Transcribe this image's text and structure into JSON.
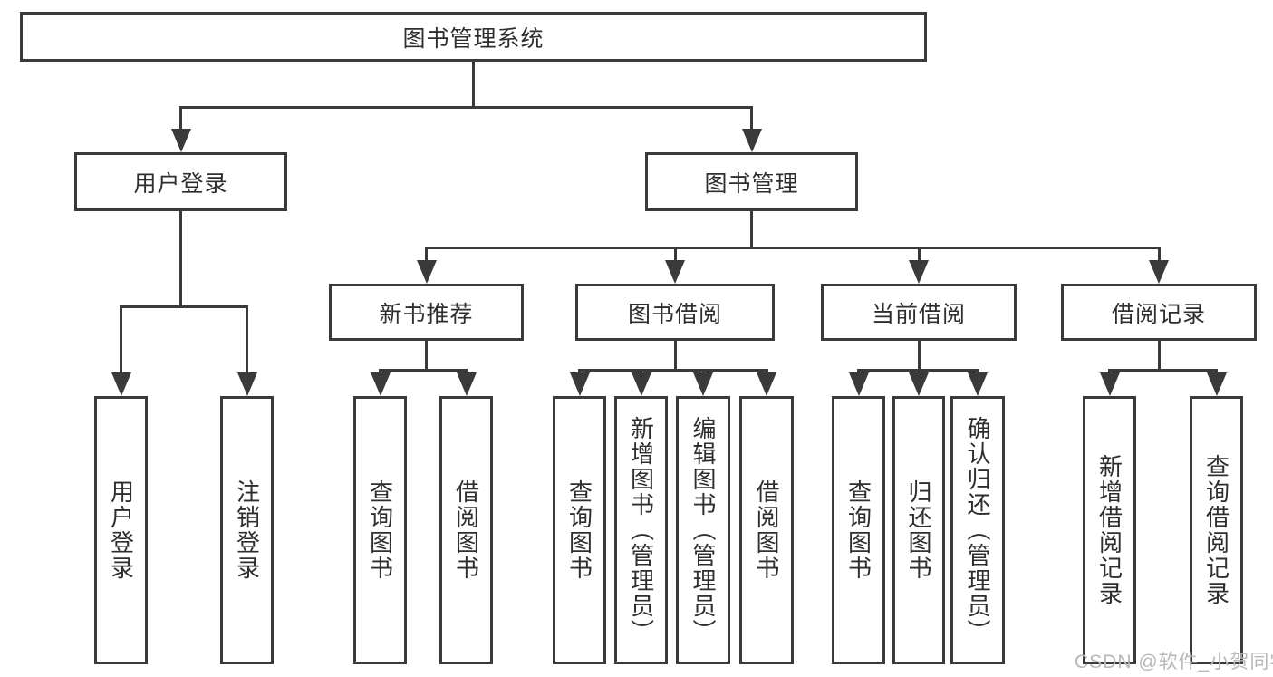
{
  "colors": {
    "background": "#ffffff",
    "line": "#3a3a3a",
    "text": "#2e2e2e",
    "watermark": "#b8b8b8"
  },
  "root": {
    "label": "图书管理系统"
  },
  "branches": [
    {
      "label": "用户登录",
      "leaves": [
        "用户登录",
        "注销登录"
      ]
    },
    {
      "label": "图书管理",
      "sections": [
        {
          "label": "新书推荐",
          "leaves": [
            "查询图书",
            "借阅图书"
          ]
        },
        {
          "label": "图书借阅",
          "leaves": [
            "查询图书",
            "新增图书（管理员）",
            "编辑图书（管理员）",
            "借阅图书"
          ]
        },
        {
          "label": "当前借阅",
          "leaves": [
            "查询图书",
            "归还图书",
            "确认归还（管理员）"
          ]
        },
        {
          "label": "借阅记录",
          "leaves": [
            "新增借阅记录",
            "查询借阅记录"
          ]
        }
      ]
    }
  ],
  "watermark": "CSDN @软件_小贺同学"
}
